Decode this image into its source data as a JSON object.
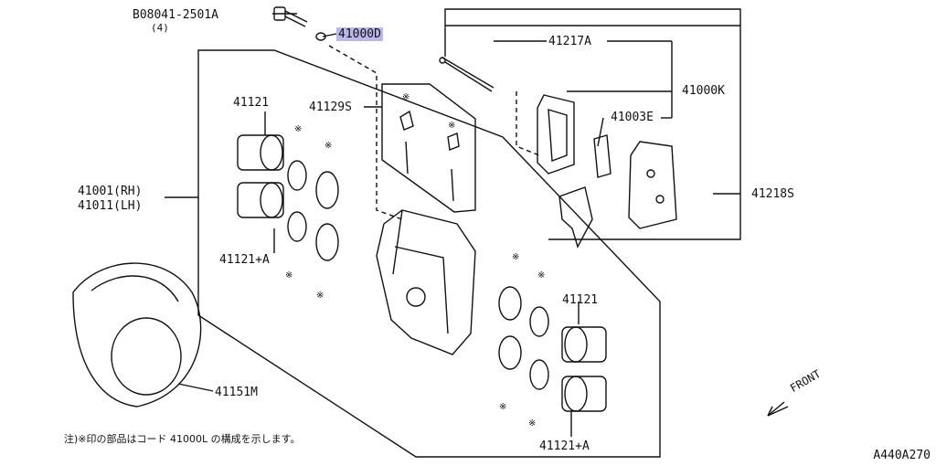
{
  "labels": {
    "bolt": "B08041-2501A",
    "bolt_qty": "(4)",
    "shim": "41000D",
    "pin": "41217A",
    "pad_kit": "41000K",
    "clip": "41003E",
    "pad_set": "41218S",
    "seal_kit": "41129S",
    "piston_top_left": "41121",
    "caliper_rh": "41001(RH)",
    "caliper_lh": "41011(LH)",
    "piston_bottom_left": "41121+A",
    "piston_top_right": "41121",
    "piston_bottom_right": "41121+A",
    "dust_shield": "41151M",
    "front": "FRONT",
    "diagram_code": "A440A270"
  },
  "note": "注)※印の部品はコード 41000L の構成を示します。",
  "star_mark": "※",
  "colors": {
    "highlight": "#b9b8ec",
    "line": "#111111",
    "background": "#ffffff"
  }
}
